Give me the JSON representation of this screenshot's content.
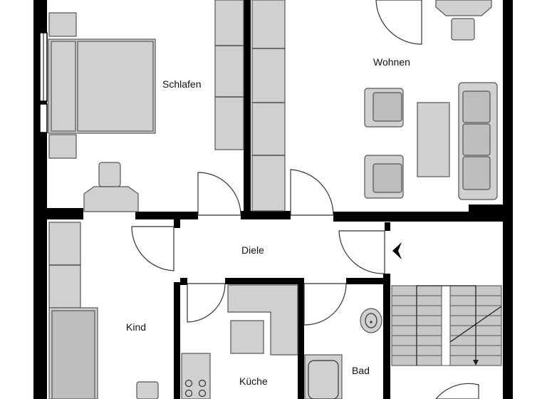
{
  "rooms": {
    "schlafen": "Schlafen",
    "wohnen": "Wohnen",
    "diele": "Diele",
    "kind": "Kind",
    "kueche": "Küche",
    "bad": "Bad"
  }
}
